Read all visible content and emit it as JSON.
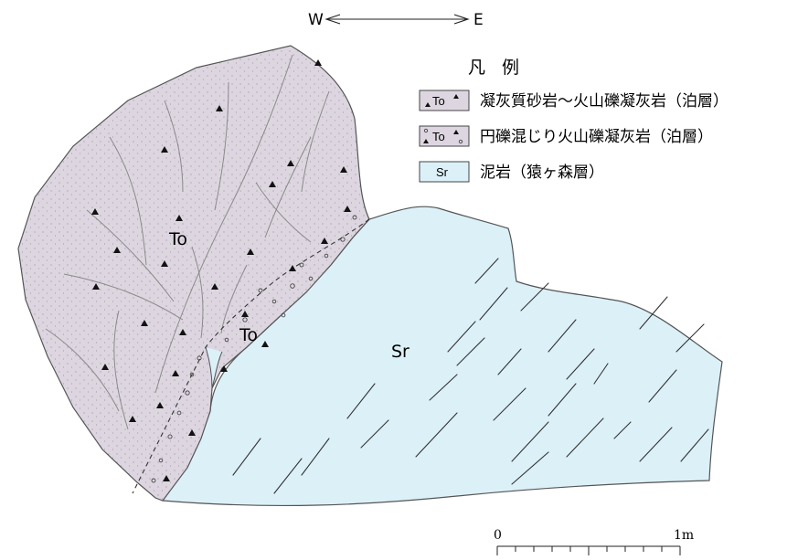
{
  "orientation": {
    "west": "W",
    "east": "E"
  },
  "legend": {
    "title": "凡 例",
    "items": [
      {
        "code": "To",
        "text": "凝灰質砂岩～火山礫凝灰岩（泊層）",
        "fill": "#ddd6e1"
      },
      {
        "code": "To",
        "text": "円礫混じり火山礫凝灰岩（泊層）",
        "fill": "#ddd6e1"
      },
      {
        "code": "Sr",
        "text": "泥岩（猿ヶ森層）",
        "fill": "#dcf0f8"
      }
    ]
  },
  "units": {
    "to_main": "To",
    "to_conglomerate": "To",
    "sr": "Sr"
  },
  "scale": {
    "start": "0",
    "end": "1m"
  },
  "colors": {
    "to_fill": "#ddd6e1",
    "sr_fill": "#dcf0f8",
    "line": "#555555"
  }
}
